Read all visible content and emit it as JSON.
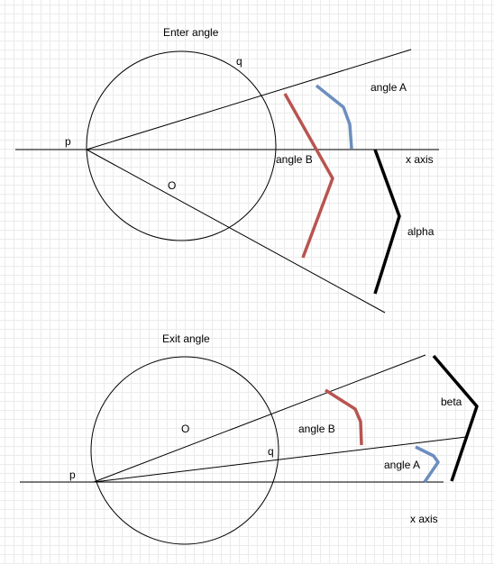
{
  "colors": {
    "line": "#000000",
    "red": "#b85450",
    "blue": "#6c8ebf",
    "grid": "#ebebeb"
  },
  "enter": {
    "title": "Enter angle",
    "p": "p",
    "q": "q",
    "o": "O",
    "angle_a": "angle A",
    "angle_b": "angle B",
    "x_axis": "x axis",
    "alpha": "alpha"
  },
  "exit": {
    "title": "Exit angle",
    "p": "p",
    "q": "q",
    "o": "O",
    "angle_a": "angle A",
    "angle_b": "angle B",
    "x_axis": "x axis",
    "beta": "beta"
  }
}
